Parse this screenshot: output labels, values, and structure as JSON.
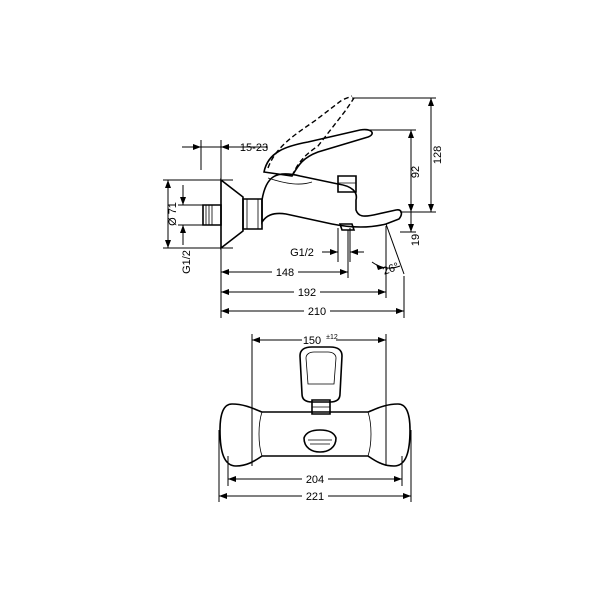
{
  "side_view": {
    "dimensions": {
      "setback": "15-23",
      "diameter": "Ø 71",
      "inlet_thread": "G1/2",
      "outlet_thread": "G1/2",
      "projection": "148",
      "projection_mid": "192",
      "projection_total": "210",
      "height_lever": "128",
      "height_body": "92",
      "outlet_drop": "19",
      "angle": "26°"
    }
  },
  "top_view": {
    "dimensions": {
      "center_distance": "150",
      "center_tolerance": "±12",
      "inner_width": "204",
      "outer_width": "221"
    }
  }
}
